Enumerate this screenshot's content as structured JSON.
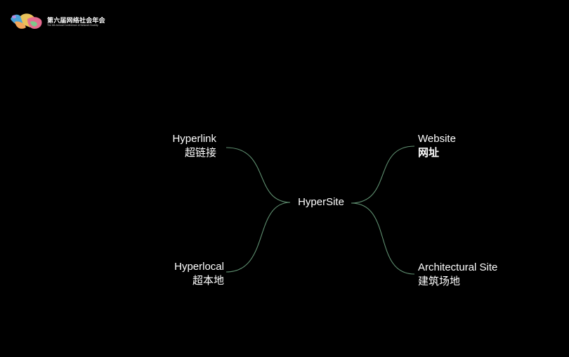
{
  "branding": {
    "logo_icon": "conference-logo-colorful-shapes",
    "title": "第六届网络社会年会",
    "subtitle": "The 6th Annual Conference of Network Society"
  },
  "mindmap": {
    "center": "HyperSite",
    "branches": [
      {
        "en": "Hyperlink",
        "cn": "超链接"
      },
      {
        "en": "Hyperlocal",
        "cn": "超本地"
      },
      {
        "en": "Website",
        "cn": "网址"
      },
      {
        "en": "Architectural Site",
        "cn": "建筑场地"
      }
    ],
    "line_color": "#5f8f70"
  }
}
